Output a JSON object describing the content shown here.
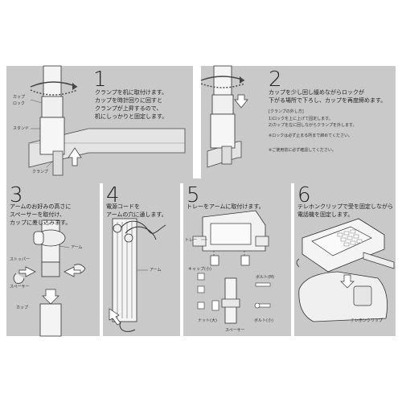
{
  "steps": [
    {
      "number": "1",
      "lines": [
        "クランプを机に取付けます。",
        "カップを時計回りに回すと",
        "クランプが上昇するので、",
        "机にしっかりと固定します。"
      ],
      "labels": {
        "cup_lock_1": "カップ",
        "cup_lock_2": "ロック",
        "stand": "スタンド",
        "clamp": "クランプ"
      }
    },
    {
      "number": "2",
      "lines": [
        "カップを少し回し緩めながらロックが",
        "下がる場所で下ろし、カップを再度締めます。"
      ],
      "note_title": "[クランプの外し方]",
      "note_lines": [
        "1)ロックを上に上げて固定します。",
        "2)カップを左に回しながらクランプを外します。"
      ],
      "warnings": [
        "※ロックは必ず止まる所まで締めてください。",
        "※ご使用前に必ず確認してください。"
      ]
    },
    {
      "number": "3",
      "lines": [
        "アームのお好みの高さに",
        "スペーサーを取付け、",
        "カップに差し込みます。"
      ],
      "labels": {
        "arm": "アーム",
        "stopper": "ストッパー",
        "spacer": "スペーサー",
        "cup": "カップ"
      }
    },
    {
      "number": "4",
      "lines": [
        "電源コードを",
        "アームの穴に通します。"
      ],
      "labels": {
        "arm": "アーム"
      }
    },
    {
      "number": "5",
      "lines": [
        "トレーをアームに取付けます。"
      ],
      "labels": {
        "tray": "トレー",
        "cap": "キャップ(小)",
        "bolt": "ボルト(M)",
        "washer_l": "ナット(大)",
        "washer_s": "ボルト(小)",
        "spacer": "スペーサー"
      }
    },
    {
      "number": "6",
      "lines": [
        "テレホンクリップで受を固定しながら",
        "電話機を固定します。"
      ],
      "labels": {
        "clip": "テレホンクリップ"
      }
    }
  ]
}
